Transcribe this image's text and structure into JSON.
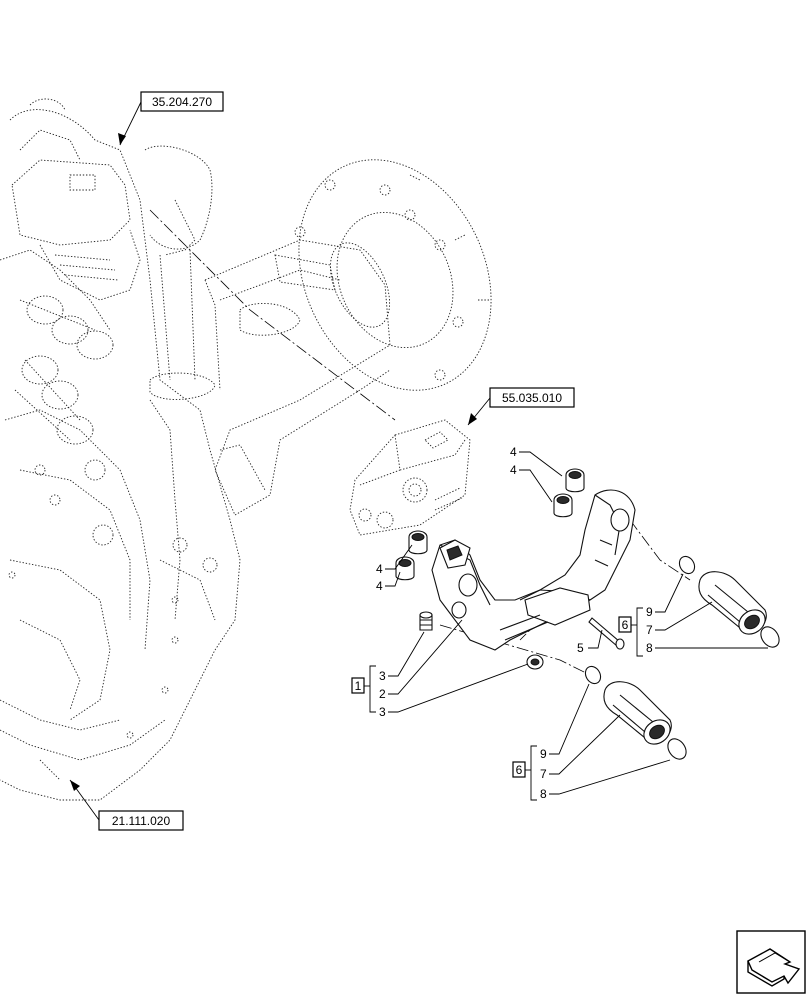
{
  "references": {
    "top_ref": "35.204.270",
    "mid_ref": "55.035.010",
    "bottom_ref": "21.111.020"
  },
  "callouts": {
    "item_4": "4",
    "item_5": "5",
    "item_3": "3",
    "item_2": "2",
    "item_9": "9",
    "item_7": "7",
    "item_8": "8"
  },
  "groups": {
    "group_1": "1",
    "group_6": "6"
  },
  "icons": {
    "nav_icon": "next-page-arrow-icon"
  }
}
